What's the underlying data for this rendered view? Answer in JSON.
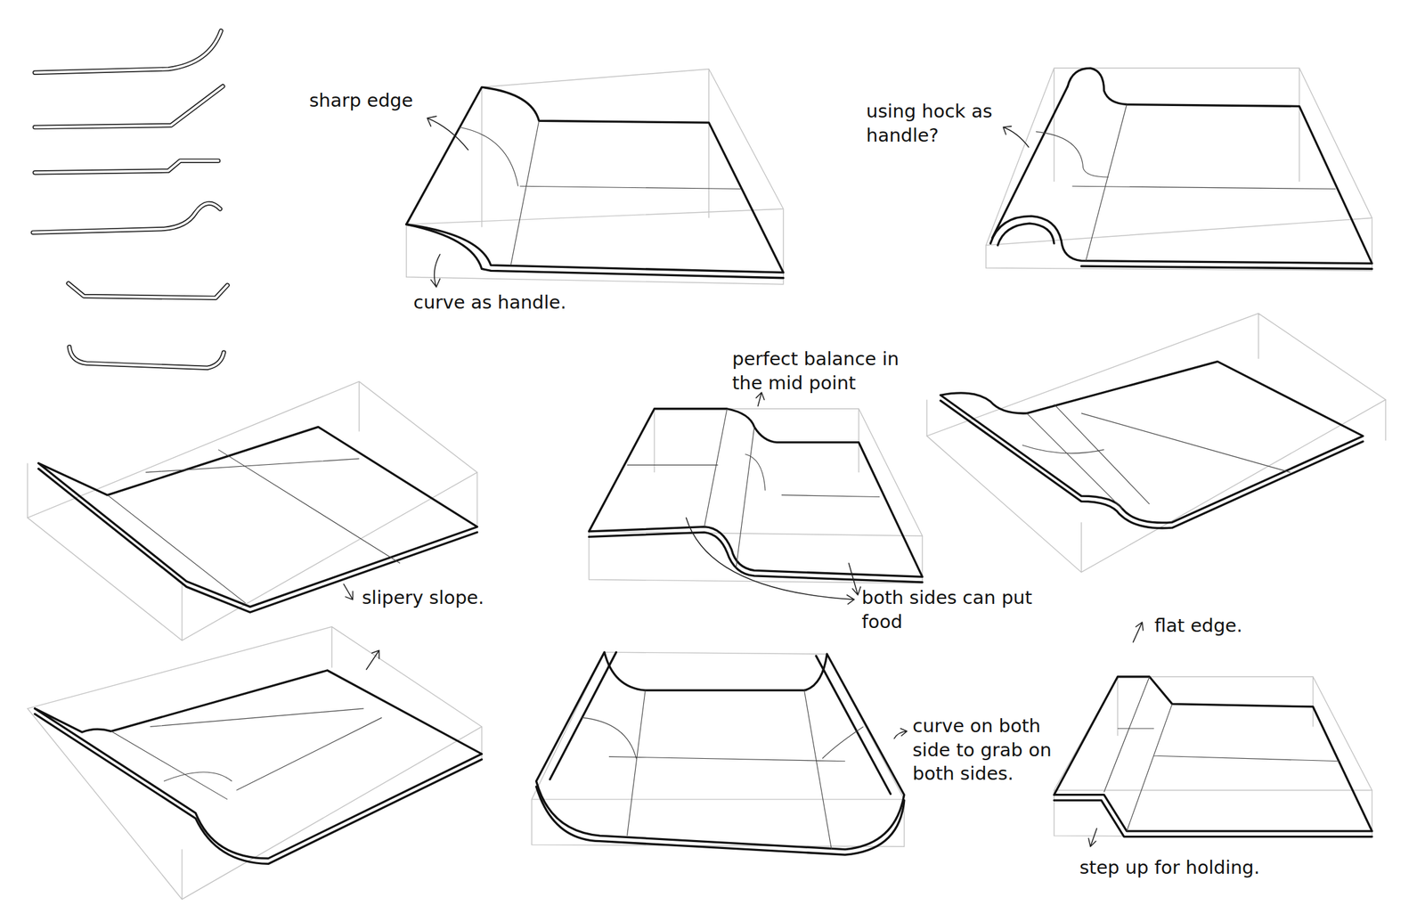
{
  "diagram": {
    "labels": [
      "sharp edge",
      "curve as handle.",
      "using hock as handle?",
      "perfect balance in the mid point",
      "both sides can put food",
      "slipery slope.",
      "curve on both side to grab on both sides.",
      "flat edge.",
      "step up for holding."
    ]
  }
}
